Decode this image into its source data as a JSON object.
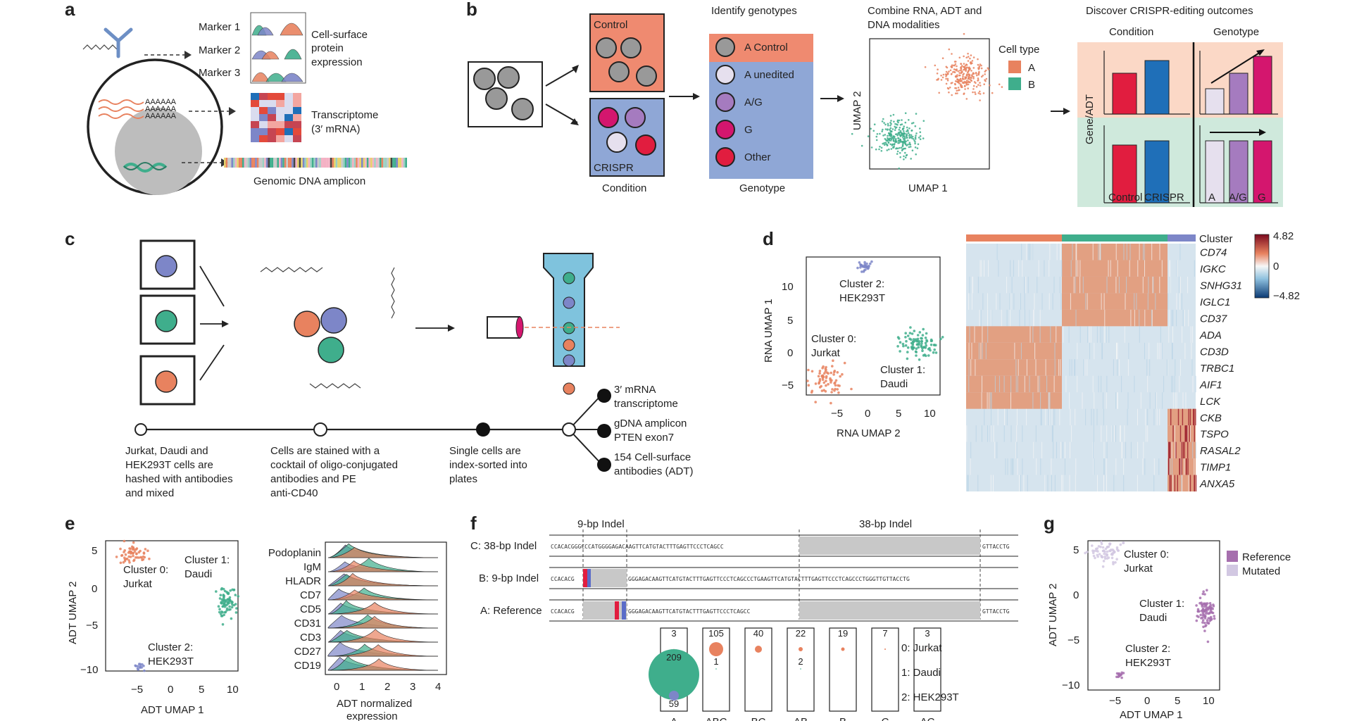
{
  "colors": {
    "orange": "#e8825f",
    "green": "#3fae8c",
    "blue": "#7d86c8",
    "red": "#e11d3f",
    "magenta": "#d4166e",
    "violet": "#a57bbf",
    "lightviolet": "#d8d0e6",
    "ctrl_bg": "#ef8a70",
    "crispr_bg": "#8fa7d6",
    "salmon": "#fbd8c6",
    "mint": "#cfe9dc",
    "barblue": "#1f6fb8",
    "hm_pos": "#e58a5e",
    "hm_neg": "#a7c9e3",
    "ref_violet": "#a66fae",
    "mut_violet": "#d2c8e2"
  },
  "panel_a": {
    "label": "a",
    "markers": [
      "Marker 1",
      "Marker 2",
      "Marker 3"
    ],
    "protein_text": [
      "Cell-surface",
      "protein",
      "expression"
    ],
    "transcript_text": [
      "Transcriptome",
      "(3′ mRNA)"
    ],
    "dna_text": "Genomic DNA amplicon",
    "polyA": [
      "AAAAAA",
      "AAAAAA",
      "AAAAAA"
    ]
  },
  "panel_b": {
    "label": "b",
    "control": "Control",
    "crispr": "CRISPR",
    "condition": "Condition",
    "identify_title": "Identify genotypes",
    "genotypes": [
      "A Control",
      "A unedited",
      "A/G",
      "G",
      "Other"
    ],
    "genotype_label": "Genotype",
    "combine_title": [
      "Combine RNA, ADT and",
      "DNA modalities"
    ],
    "umap_x": "UMAP 1",
    "umap_y": "UMAP 2",
    "celltype_title": "Cell type",
    "celltypes": [
      "A",
      "B"
    ],
    "discover_title": "Discover CRISPR-editing outcomes",
    "col_condition": "Condition",
    "col_genotype": "Genotype",
    "ylabel": "Gene/ADT",
    "bar_cats_cond": [
      "Control",
      "CRISPR"
    ],
    "bar_cats_geno": [
      "A",
      "A/G",
      "G"
    ]
  },
  "panel_c": {
    "label": "c",
    "steps": [
      [
        "Jurkat, Daudi and",
        "HEK293T cells are",
        "hashed with antibodies",
        "and mixed"
      ],
      [
        "Cells are stained with a",
        "cocktail of oligo-conjugated",
        "antibodies and PE",
        "anti-CD40"
      ],
      [
        "Single cells are",
        "index-sorted into",
        "plates"
      ]
    ],
    "outputs": [
      [
        "3′ mRNA",
        "transcriptome"
      ],
      [
        "gDNA amplicon",
        "PTEN exon7"
      ],
      [
        "154 Cell-surface",
        "antibodies (ADT)"
      ]
    ]
  },
  "panel_d": {
    "label": "d",
    "xlabel": "RNA UMAP 2",
    "ylabel": "RNA UMAP 1",
    "xticks": [
      "−5",
      "0",
      "5",
      "10"
    ],
    "yticks": [
      "10",
      "5",
      "0",
      "−5"
    ],
    "clusters": [
      [
        "Cluster 2:",
        "HEK293T"
      ],
      [
        "Cluster 0:",
        "Jurkat"
      ],
      [
        "Cluster 1:",
        "Daudi"
      ]
    ],
    "heat_title": "Cluster",
    "genes": [
      "CD74",
      "IGKC",
      "SNHG31",
      "IGLC1",
      "CD37",
      "ADA",
      "CD3D",
      "TRBC1",
      "AIF1",
      "LCK",
      "CKB",
      "TSPO",
      "RASAL2",
      "TIMP1",
      "ANXA5"
    ],
    "colorbar": [
      "4.82",
      "0",
      "−4.82"
    ]
  },
  "panel_e": {
    "label": "e",
    "xlabel": "ADT UMAP 1",
    "ylabel": "ADT UMAP 2",
    "xticks": [
      "−5",
      "0",
      "5",
      "10"
    ],
    "yticks": [
      "5",
      "0",
      "−5",
      "−10"
    ],
    "clusters": [
      [
        "Cluster 0:",
        "Jurkat"
      ],
      [
        "Cluster 1:",
        "Daudi"
      ],
      [
        "Cluster 2:",
        "HEK293T"
      ]
    ],
    "ridge_markers": [
      "Podoplanin",
      "IgM",
      "HLADR",
      "CD7",
      "CD5",
      "CD31",
      "CD3",
      "CD27",
      "CD19"
    ],
    "ridge_xticks": [
      "0",
      "1",
      "2",
      "3",
      "4"
    ],
    "ridge_xlabel": [
      "ADT normalized",
      "expression"
    ]
  },
  "panel_f": {
    "label": "f",
    "indel9": "9-bp Indel",
    "indel38": "38-bp Indel",
    "rows": [
      "C: 38-bp Indel",
      "B: 9-bp Indel",
      "A: Reference"
    ],
    "seq_c": "CCACACGGGCCCATGGGGAGACAAGTTCATGTACTTTGAGTTCCCTCAGCC",
    "seq_c_end": "GTTACCTG",
    "seq_b": "GGGAGACAAGTTCATGTACTTTGAGTTCCCTCAGCCCTGAAGTTCATGTACTTTGAGTTCCCTCAGCCCTGGGTTGTTACCTG",
    "seq_a": "GGGAGACAAGTTCATGTACTTTGAGTTCCCTCAGCC",
    "seq_a_end": "GTTACCTG",
    "seq_prefix": "CCACACG",
    "boxes": [
      {
        "name": "A",
        "top": "3",
        "mid": "209",
        "bot": "59"
      },
      {
        "name": "ABC",
        "top": "105",
        "mid": "1",
        "bot": ""
      },
      {
        "name": "BC",
        "top": "40",
        "mid": "",
        "bot": ""
      },
      {
        "name": "AB",
        "top": "22",
        "mid": "2",
        "bot": ""
      },
      {
        "name": "B",
        "top": "19",
        "mid": "",
        "bot": ""
      },
      {
        "name": "C",
        "top": "7",
        "mid": "",
        "bot": ""
      },
      {
        "name": "AC",
        "top": "3",
        "mid": "",
        "bot": ""
      }
    ],
    "row_labels": [
      "0: Jurkat",
      "1: Daudi",
      "2: HEK293T"
    ]
  },
  "panel_g": {
    "label": "g",
    "xlabel": "ADT UMAP 1",
    "ylabel": "ADT UMAP 2",
    "xticks": [
      "−5",
      "0",
      "5",
      "10"
    ],
    "yticks": [
      "5",
      "0",
      "−5",
      "−10"
    ],
    "clusters": [
      [
        "Cluster 0:",
        "Jurkat"
      ],
      [
        "Cluster 1:",
        "Daudi"
      ],
      [
        "Cluster 2:",
        "HEK293T"
      ]
    ],
    "legend": [
      "Reference",
      "Mutated"
    ]
  }
}
